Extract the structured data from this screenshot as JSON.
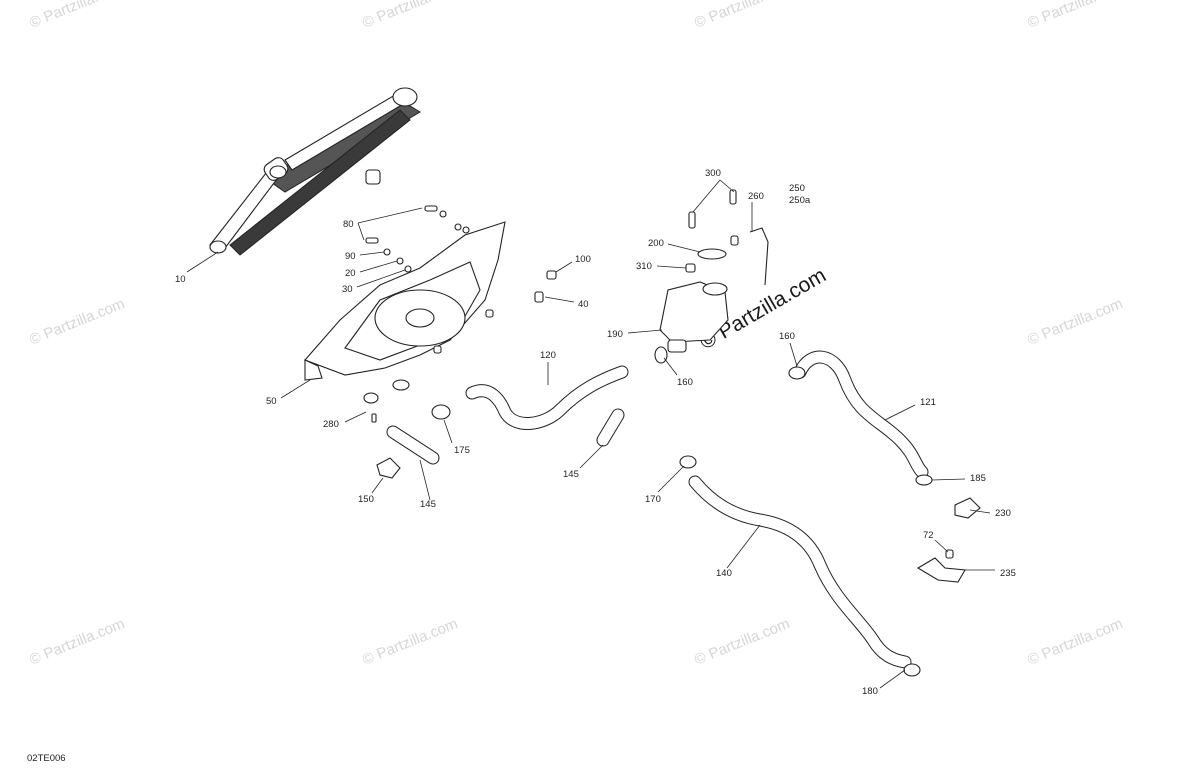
{
  "watermark": {
    "text": "© Partzilla.com",
    "center_text": "© Partzilla.com"
  },
  "diagram_code": "02TE006",
  "callouts": [
    {
      "id": "c10",
      "label": "10"
    },
    {
      "id": "c80",
      "label": "80"
    },
    {
      "id": "c90",
      "label": "90"
    },
    {
      "id": "c20",
      "label": "20"
    },
    {
      "id": "c30",
      "label": "30"
    },
    {
      "id": "c50",
      "label": "50"
    },
    {
      "id": "c100",
      "label": "100"
    },
    {
      "id": "c40",
      "label": "40"
    },
    {
      "id": "c120",
      "label": "120"
    },
    {
      "id": "c280",
      "label": "280"
    },
    {
      "id": "c175",
      "label": "175"
    },
    {
      "id": "c145a",
      "label": "145"
    },
    {
      "id": "c145b",
      "label": "145"
    },
    {
      "id": "c150",
      "label": "150"
    },
    {
      "id": "c300",
      "label": "300"
    },
    {
      "id": "c260",
      "label": "260"
    },
    {
      "id": "c250",
      "label": "250"
    },
    {
      "id": "c250a",
      "label": "250a"
    },
    {
      "id": "c200",
      "label": "200"
    },
    {
      "id": "c310",
      "label": "310"
    },
    {
      "id": "c190",
      "label": "190"
    },
    {
      "id": "c160a",
      "label": "160"
    },
    {
      "id": "c160b",
      "label": "160"
    },
    {
      "id": "c121",
      "label": "121"
    },
    {
      "id": "c170",
      "label": "170"
    },
    {
      "id": "c185",
      "label": "185"
    },
    {
      "id": "c230",
      "label": "230"
    },
    {
      "id": "c72",
      "label": "72"
    },
    {
      "id": "c235",
      "label": "235"
    },
    {
      "id": "c140",
      "label": "140"
    },
    {
      "id": "c180",
      "label": "180"
    }
  ]
}
